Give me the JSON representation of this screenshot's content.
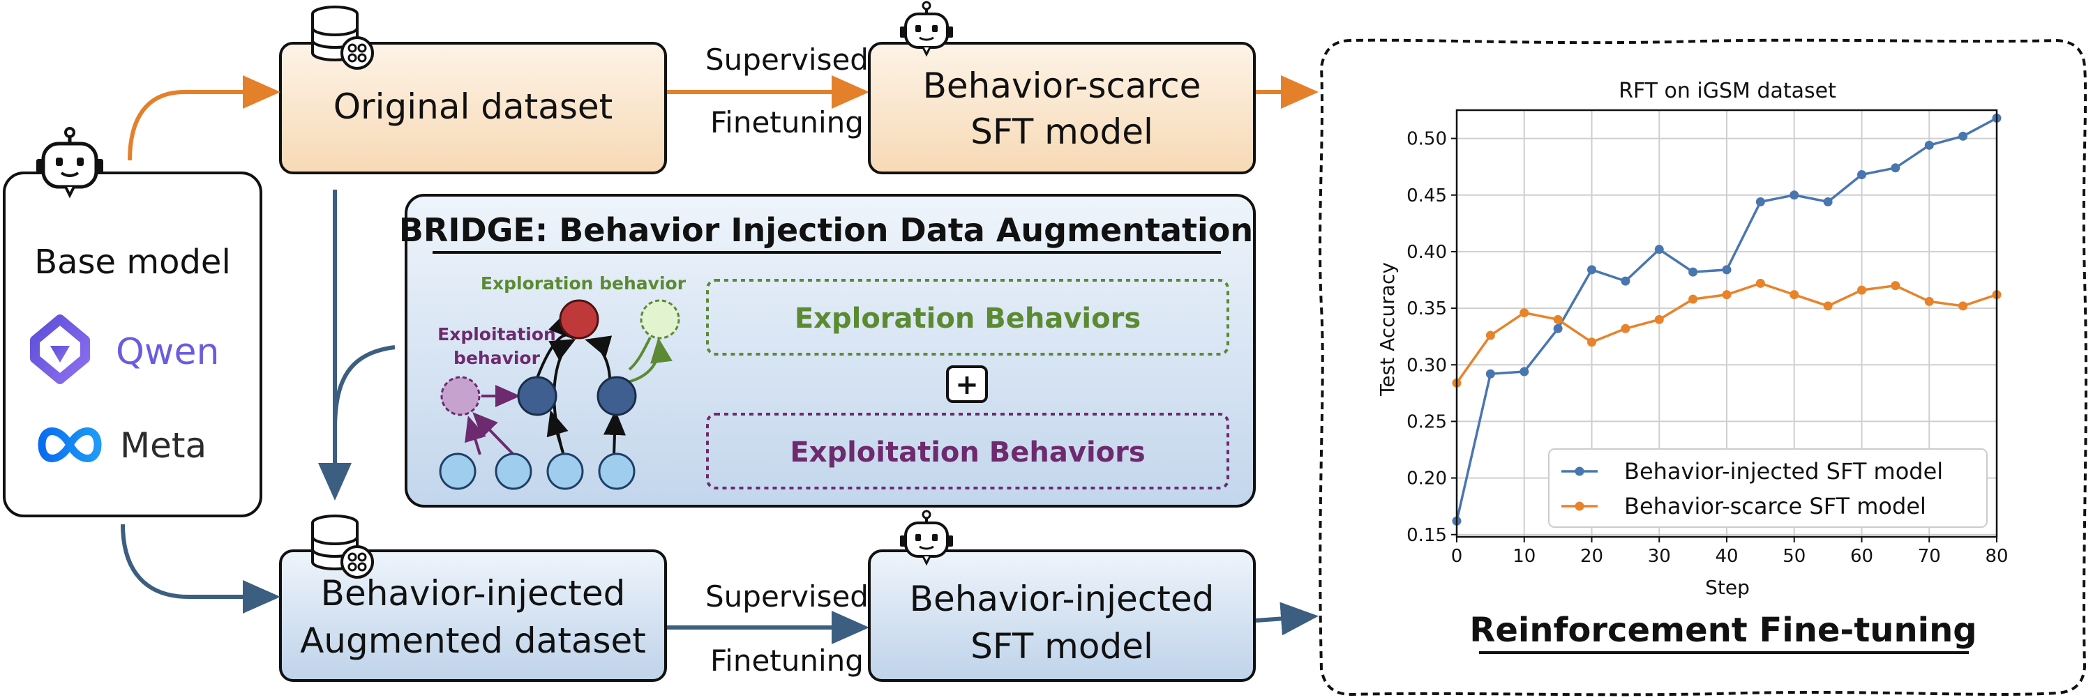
{
  "base_model": {
    "label": "Base model",
    "providers": [
      {
        "name": "Qwen",
        "icon": "qwen-logo-icon",
        "color": "#6a5ce0"
      },
      {
        "name": "Meta",
        "icon": "meta-logo-icon",
        "color": "#2b2b2b"
      }
    ]
  },
  "top_row": {
    "dataset": "Original dataset",
    "sft_upper": "Supervised",
    "sft_lower": "Finetuning",
    "model_line1": "Behavior-scarce",
    "model_line2": "SFT model"
  },
  "bottom_row": {
    "dataset_line1": "Behavior-injected",
    "dataset_line2": "Augmented dataset",
    "sft_upper": "Supervised",
    "sft_lower": "Finetuning",
    "model_line1": "Behavior-injected",
    "model_line2": "SFT model"
  },
  "bridge": {
    "title": "BRIDGE: Behavior Injection Data Augmentation",
    "exploration_label": "Exploration behavior",
    "exploitation_label_line1": "Exploitation",
    "exploitation_label_line2": "behavior",
    "exploration_box": "Exploration Behaviors",
    "plus": "+",
    "exploitation_box": "Exploitation Behaviors"
  },
  "rft": {
    "title": "Reinforcement Fine-tuning"
  },
  "colors": {
    "orange": "#e5802a",
    "blue_arrow": "#3c5e80",
    "exploration_green": "#5b8a32",
    "exploitation_purple": "#6e2a6e",
    "series_injected": "#4a76b0",
    "series_scarce": "#e8832a"
  },
  "chart_data": {
    "type": "line",
    "title": "RFT on iGSM dataset",
    "xlabel": "Step",
    "ylabel": "Test Accuracy",
    "xlim": [
      0,
      80
    ],
    "ylim": [
      0.148,
      0.525
    ],
    "xticks": [
      0,
      10,
      20,
      30,
      40,
      50,
      60,
      70,
      80
    ],
    "yticks": [
      0.15,
      0.2,
      0.25,
      0.3,
      0.35,
      0.4,
      0.45,
      0.5
    ],
    "grid": true,
    "legend_position": "lower-right",
    "x": [
      0,
      5,
      10,
      15,
      20,
      25,
      30,
      35,
      40,
      45,
      50,
      55,
      60,
      65,
      70,
      75,
      80
    ],
    "series": [
      {
        "name": "Behavior-injected SFT model",
        "color": "#4a76b0",
        "values": [
          0.162,
          0.292,
          0.294,
          0.332,
          0.384,
          0.374,
          0.402,
          0.382,
          0.384,
          0.444,
          0.45,
          0.444,
          0.468,
          0.474,
          0.494,
          0.502,
          0.518
        ]
      },
      {
        "name": "Behavior-scarce SFT model",
        "color": "#e8832a",
        "values": [
          0.284,
          0.326,
          0.346,
          0.34,
          0.32,
          0.332,
          0.34,
          0.358,
          0.362,
          0.372,
          0.362,
          0.352,
          0.366,
          0.37,
          0.356,
          0.352,
          0.362
        ]
      }
    ]
  }
}
